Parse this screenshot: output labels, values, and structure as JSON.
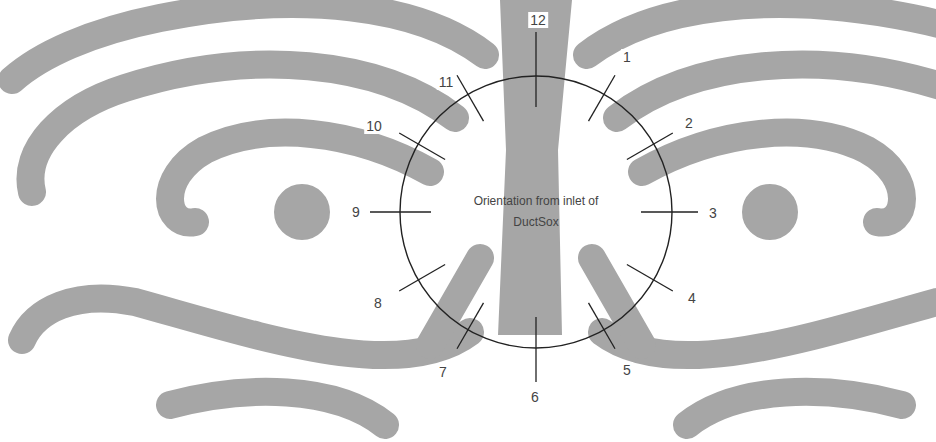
{
  "diagram": {
    "nodes": [
      {
        "text": [
          "Orientation from inlet of DuctSox"
        ]
      }
    ],
    "labels": [
      "12",
      "1",
      "2",
      "3",
      "4",
      "5",
      "6",
      "7",
      "8",
      "9",
      "10",
      "11"
    ]
  }
}
